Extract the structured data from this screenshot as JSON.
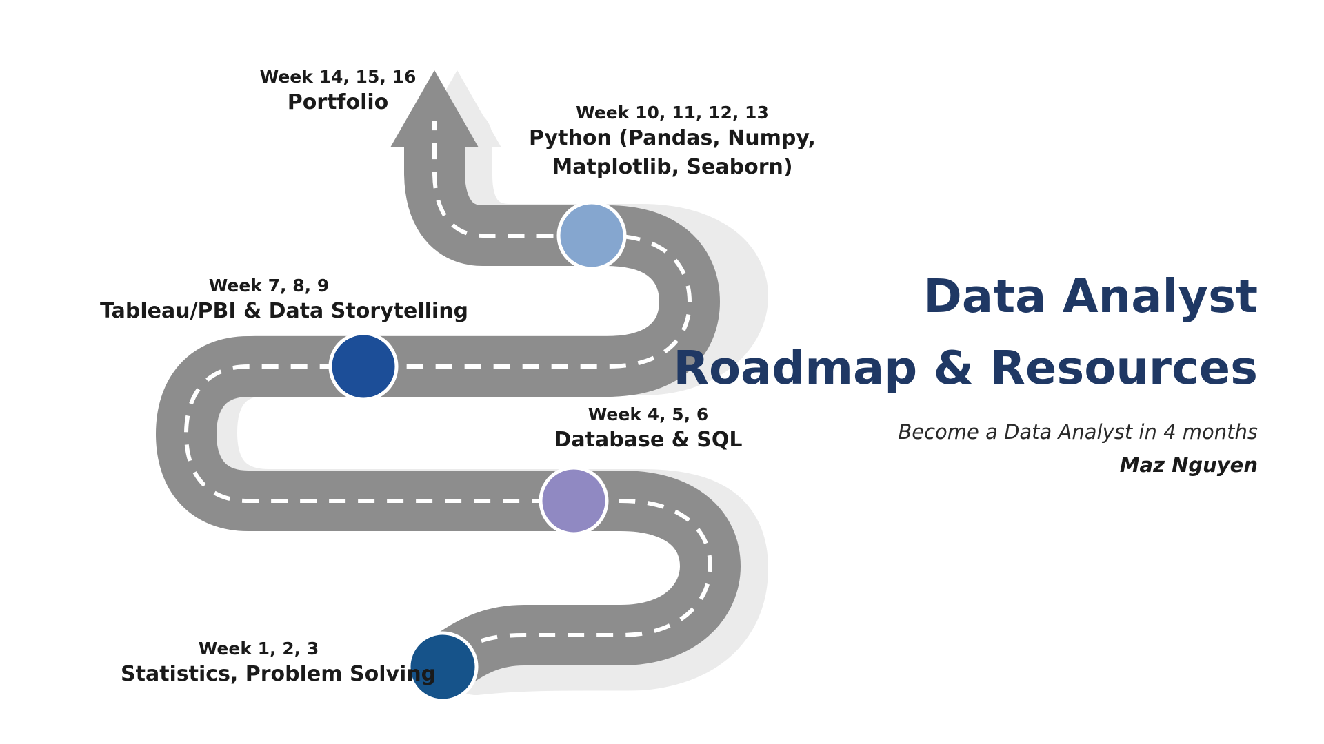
{
  "title": {
    "line1": "Data Analyst",
    "line2": "Roadmap & Resources"
  },
  "subtitle": "Become a Data Analyst in 4 months",
  "author": "Maz Nguyen",
  "milestones": [
    {
      "week": "Week 1, 2, 3",
      "topic": "Statistics, Problem Solving",
      "color": "#16538a"
    },
    {
      "week": "Week 4, 5, 6",
      "topic": "Database & SQL",
      "color": "#9089c2"
    },
    {
      "week": "Week 7, 8, 9",
      "topic": "Tableau/PBI & Data Storytelling",
      "color": "#1c4e98"
    },
    {
      "week": "Week 10, 11, 12, 13",
      "topic_lines": [
        "Python (Pandas, Numpy,",
        "Matplotlib, Seaborn)"
      ],
      "color": "#85a6cf"
    },
    {
      "week": "Week 14, 15, 16",
      "topic": "Portfolio"
    }
  ],
  "colors": {
    "road": "#8d8d8d",
    "road_shadow": "#ebebeb",
    "dash": "#ffffff",
    "title": "#1f3864"
  }
}
